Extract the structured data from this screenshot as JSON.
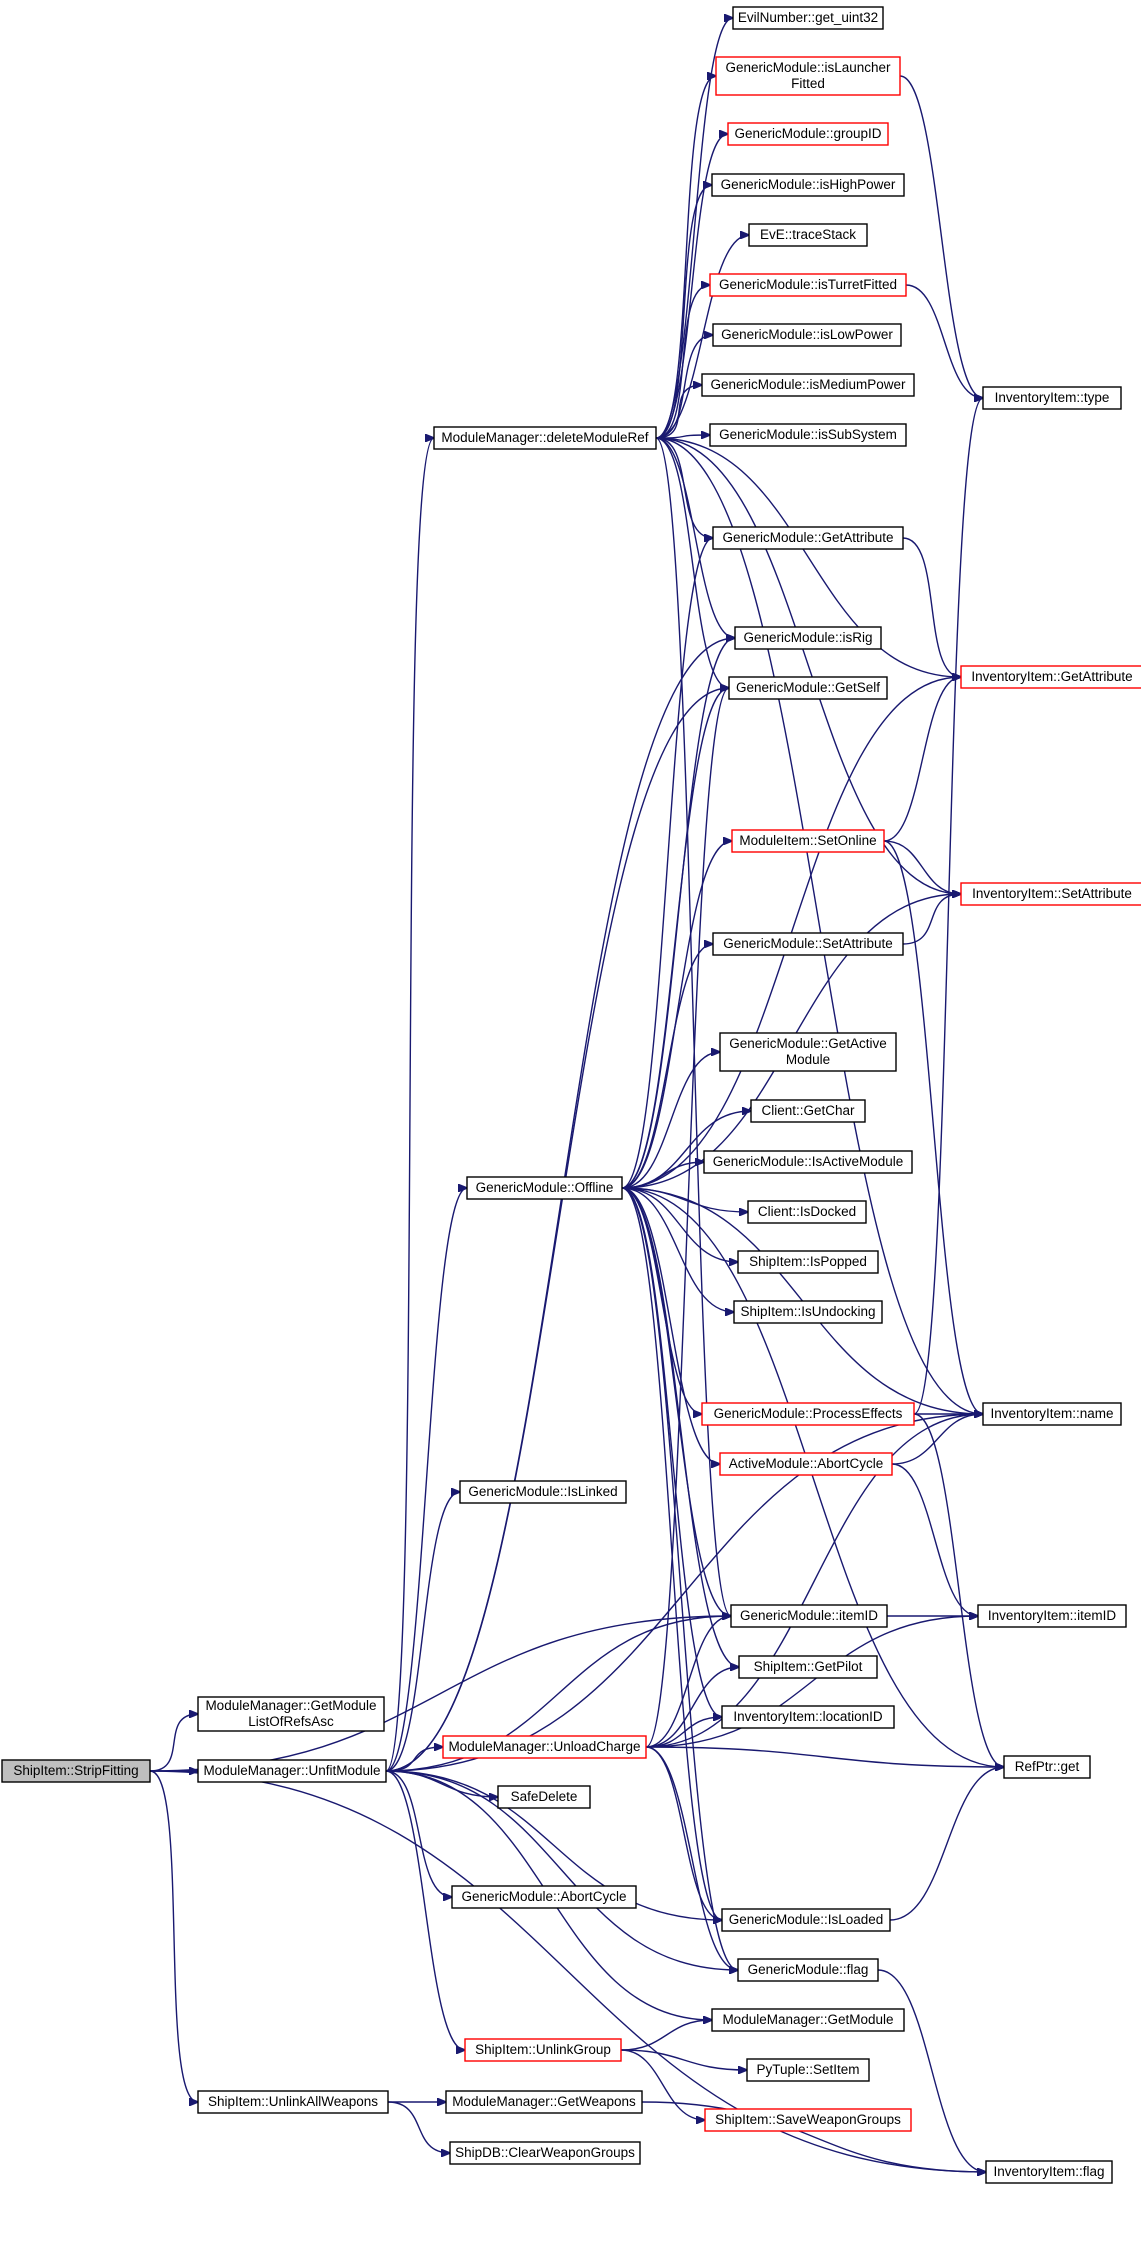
{
  "nodes": [
    {
      "id": "root",
      "lines": [
        "ShipItem::StripFitting"
      ],
      "style": "root"
    },
    {
      "id": "getModuleList",
      "lines": [
        "ModuleManager::GetModule",
        "ListOfRefsAsc"
      ],
      "style": "normal"
    },
    {
      "id": "unfit",
      "lines": [
        "ModuleManager::UnfitModule"
      ],
      "style": "normal"
    },
    {
      "id": "unlinkAll",
      "lines": [
        "ShipItem::UnlinkAllWeapons"
      ],
      "style": "normal"
    },
    {
      "id": "deleteRef",
      "lines": [
        "ModuleManager::deleteModuleRef"
      ],
      "style": "normal"
    },
    {
      "id": "offline",
      "lines": [
        "GenericModule::Offline"
      ],
      "style": "normal"
    },
    {
      "id": "isLinked",
      "lines": [
        "GenericModule::IsLinked"
      ],
      "style": "normal"
    },
    {
      "id": "unloadCharge",
      "lines": [
        "ModuleManager::UnloadCharge"
      ],
      "style": "red"
    },
    {
      "id": "safeDelete",
      "lines": [
        "SafeDelete"
      ],
      "style": "normal"
    },
    {
      "id": "gmAbortCycle",
      "lines": [
        "GenericModule::AbortCycle"
      ],
      "style": "normal"
    },
    {
      "id": "unlinkGroup",
      "lines": [
        "ShipItem::UnlinkGroup"
      ],
      "style": "red"
    },
    {
      "id": "getWeapons",
      "lines": [
        "ModuleManager::GetWeapons"
      ],
      "style": "normal"
    },
    {
      "id": "clearWeaponGroups",
      "lines": [
        "ShipDB::ClearWeaponGroups"
      ],
      "style": "normal"
    },
    {
      "id": "getUint32",
      "lines": [
        "EvilNumber::get_uint32"
      ],
      "style": "normal"
    },
    {
      "id": "isLauncher",
      "lines": [
        "GenericModule::isLauncher",
        "Fitted"
      ],
      "style": "red"
    },
    {
      "id": "groupID",
      "lines": [
        "GenericModule::groupID"
      ],
      "style": "red"
    },
    {
      "id": "isHighPower",
      "lines": [
        "GenericModule::isHighPower"
      ],
      "style": "normal"
    },
    {
      "id": "traceStack",
      "lines": [
        "EvE::traceStack"
      ],
      "style": "normal"
    },
    {
      "id": "isTurret",
      "lines": [
        "GenericModule::isTurretFitted"
      ],
      "style": "red"
    },
    {
      "id": "isLowPower",
      "lines": [
        "GenericModule::isLowPower"
      ],
      "style": "normal"
    },
    {
      "id": "isMediumPower",
      "lines": [
        "GenericModule::isMediumPower"
      ],
      "style": "normal"
    },
    {
      "id": "isSubSystem",
      "lines": [
        "GenericModule::isSubSystem"
      ],
      "style": "normal"
    },
    {
      "id": "gmGetAttribute",
      "lines": [
        "GenericModule::GetAttribute"
      ],
      "style": "normal"
    },
    {
      "id": "isRig",
      "lines": [
        "GenericModule::isRig"
      ],
      "style": "normal"
    },
    {
      "id": "getSelf",
      "lines": [
        "GenericModule::GetSelf"
      ],
      "style": "normal"
    },
    {
      "id": "setOnline",
      "lines": [
        "ModuleItem::SetOnline"
      ],
      "style": "red"
    },
    {
      "id": "gmSetAttribute",
      "lines": [
        "GenericModule::SetAttribute"
      ],
      "style": "normal"
    },
    {
      "id": "getActiveModule",
      "lines": [
        "GenericModule::GetActive",
        "Module"
      ],
      "style": "normal"
    },
    {
      "id": "getChar",
      "lines": [
        "Client::GetChar"
      ],
      "style": "normal"
    },
    {
      "id": "isActiveModule",
      "lines": [
        "GenericModule::IsActiveModule"
      ],
      "style": "normal"
    },
    {
      "id": "isDocked",
      "lines": [
        "Client::IsDocked"
      ],
      "style": "normal"
    },
    {
      "id": "isPopped",
      "lines": [
        "ShipItem::IsPopped"
      ],
      "style": "normal"
    },
    {
      "id": "isUndocking",
      "lines": [
        "ShipItem::IsUndocking"
      ],
      "style": "normal"
    },
    {
      "id": "processEffects",
      "lines": [
        "GenericModule::ProcessEffects"
      ],
      "style": "red"
    },
    {
      "id": "amAbortCycle",
      "lines": [
        "ActiveModule::AbortCycle"
      ],
      "style": "red"
    },
    {
      "id": "gmItemID",
      "lines": [
        "GenericModule::itemID"
      ],
      "style": "normal"
    },
    {
      "id": "getPilot",
      "lines": [
        "ShipItem::GetPilot"
      ],
      "style": "normal"
    },
    {
      "id": "locationID",
      "lines": [
        "InventoryItem::locationID"
      ],
      "style": "normal"
    },
    {
      "id": "isLoaded",
      "lines": [
        "GenericModule::IsLoaded"
      ],
      "style": "normal"
    },
    {
      "id": "gmFlag",
      "lines": [
        "GenericModule::flag"
      ],
      "style": "normal"
    },
    {
      "id": "mmGetModule",
      "lines": [
        "ModuleManager::GetModule"
      ],
      "style": "normal"
    },
    {
      "id": "setItem",
      "lines": [
        "PyTuple::SetItem"
      ],
      "style": "normal"
    },
    {
      "id": "saveWeaponGroups",
      "lines": [
        "ShipItem::SaveWeaponGroups"
      ],
      "style": "red"
    },
    {
      "id": "iiType",
      "lines": [
        "InventoryItem::type"
      ],
      "style": "normal"
    },
    {
      "id": "iiGetAttribute",
      "lines": [
        "InventoryItem::GetAttribute"
      ],
      "style": "red"
    },
    {
      "id": "iiSetAttribute",
      "lines": [
        "InventoryItem::SetAttribute"
      ],
      "style": "red"
    },
    {
      "id": "iiName",
      "lines": [
        "InventoryItem::name"
      ],
      "style": "normal"
    },
    {
      "id": "iiItemID",
      "lines": [
        "InventoryItem::itemID"
      ],
      "style": "normal"
    },
    {
      "id": "refGet",
      "lines": [
        "RefPtr::get"
      ],
      "style": "normal"
    },
    {
      "id": "iiFlag",
      "lines": [
        "InventoryItem::flag"
      ],
      "style": "normal"
    }
  ],
  "edges": [
    [
      "root",
      "getModuleList"
    ],
    [
      "root",
      "unfit"
    ],
    [
      "root",
      "unlinkAll"
    ],
    [
      "root",
      "gmItemID"
    ],
    [
      "root",
      "iiFlag"
    ],
    [
      "unfit",
      "deleteRef"
    ],
    [
      "unfit",
      "offline"
    ],
    [
      "unfit",
      "isLinked"
    ],
    [
      "unfit",
      "unloadCharge"
    ],
    [
      "unfit",
      "safeDelete"
    ],
    [
      "unfit",
      "gmAbortCycle"
    ],
    [
      "unfit",
      "unlinkGroup"
    ],
    [
      "unfit",
      "gmItemID"
    ],
    [
      "unfit",
      "isLoaded"
    ],
    [
      "unfit",
      "gmFlag"
    ],
    [
      "unfit",
      "mmGetModule"
    ],
    [
      "unfit",
      "iiName"
    ],
    [
      "unfit",
      "getSelf"
    ],
    [
      "unfit",
      "isRig"
    ],
    [
      "unlinkAll",
      "getWeapons"
    ],
    [
      "unlinkAll",
      "clearWeaponGroups"
    ],
    [
      "getWeapons",
      "iiFlag"
    ],
    [
      "deleteRef",
      "getUint32"
    ],
    [
      "deleteRef",
      "isLauncher"
    ],
    [
      "deleteRef",
      "groupID"
    ],
    [
      "deleteRef",
      "isHighPower"
    ],
    [
      "deleteRef",
      "traceStack"
    ],
    [
      "deleteRef",
      "isTurret"
    ],
    [
      "deleteRef",
      "isLowPower"
    ],
    [
      "deleteRef",
      "isMediumPower"
    ],
    [
      "deleteRef",
      "isSubSystem"
    ],
    [
      "deleteRef",
      "gmGetAttribute"
    ],
    [
      "deleteRef",
      "isRig"
    ],
    [
      "deleteRef",
      "getSelf"
    ],
    [
      "deleteRef",
      "iiGetAttribute"
    ],
    [
      "deleteRef",
      "iiSetAttribute"
    ],
    [
      "deleteRef",
      "iiName"
    ],
    [
      "deleteRef",
      "gmItemID"
    ],
    [
      "isLauncher",
      "iiType"
    ],
    [
      "isTurret",
      "iiType"
    ],
    [
      "gmGetAttribute",
      "iiGetAttribute"
    ],
    [
      "offline",
      "gmGetAttribute"
    ],
    [
      "offline",
      "isRig"
    ],
    [
      "offline",
      "getSelf"
    ],
    [
      "offline",
      "setOnline"
    ],
    [
      "offline",
      "gmSetAttribute"
    ],
    [
      "offline",
      "getActiveModule"
    ],
    [
      "offline",
      "getChar"
    ],
    [
      "offline",
      "isActiveModule"
    ],
    [
      "offline",
      "isDocked"
    ],
    [
      "offline",
      "isPopped"
    ],
    [
      "offline",
      "isUndocking"
    ],
    [
      "offline",
      "processEffects"
    ],
    [
      "offline",
      "amAbortCycle"
    ],
    [
      "offline",
      "iiName"
    ],
    [
      "offline",
      "gmItemID"
    ],
    [
      "offline",
      "getPilot"
    ],
    [
      "offline",
      "locationID"
    ],
    [
      "offline",
      "refGet"
    ],
    [
      "offline",
      "iiGetAttribute"
    ],
    [
      "offline",
      "iiSetAttribute"
    ],
    [
      "offline",
      "isLoaded"
    ],
    [
      "offline",
      "gmFlag"
    ],
    [
      "setOnline",
      "iiSetAttribute"
    ],
    [
      "setOnline",
      "iiGetAttribute"
    ],
    [
      "setOnline",
      "iiName"
    ],
    [
      "gmSetAttribute",
      "iiSetAttribute"
    ],
    [
      "processEffects",
      "iiName"
    ],
    [
      "processEffects",
      "iiType"
    ],
    [
      "processEffects",
      "refGet"
    ],
    [
      "amAbortCycle",
      "iiName"
    ],
    [
      "amAbortCycle",
      "iiItemID"
    ],
    [
      "gmItemID",
      "iiItemID"
    ],
    [
      "unloadCharge",
      "gmItemID"
    ],
    [
      "unloadCharge",
      "getPilot"
    ],
    [
      "unloadCharge",
      "locationID"
    ],
    [
      "unloadCharge",
      "iiName"
    ],
    [
      "unloadCharge",
      "isLoaded"
    ],
    [
      "unloadCharge",
      "gmFlag"
    ],
    [
      "unloadCharge",
      "refGet"
    ],
    [
      "unloadCharge",
      "iiItemID"
    ],
    [
      "unloadCharge",
      "getSelf"
    ],
    [
      "isLoaded",
      "refGet"
    ],
    [
      "gmFlag",
      "iiFlag"
    ],
    [
      "unlinkGroup",
      "mmGetModule"
    ],
    [
      "unlinkGroup",
      "setItem"
    ],
    [
      "unlinkGroup",
      "saveWeaponGroups"
    ]
  ]
}
